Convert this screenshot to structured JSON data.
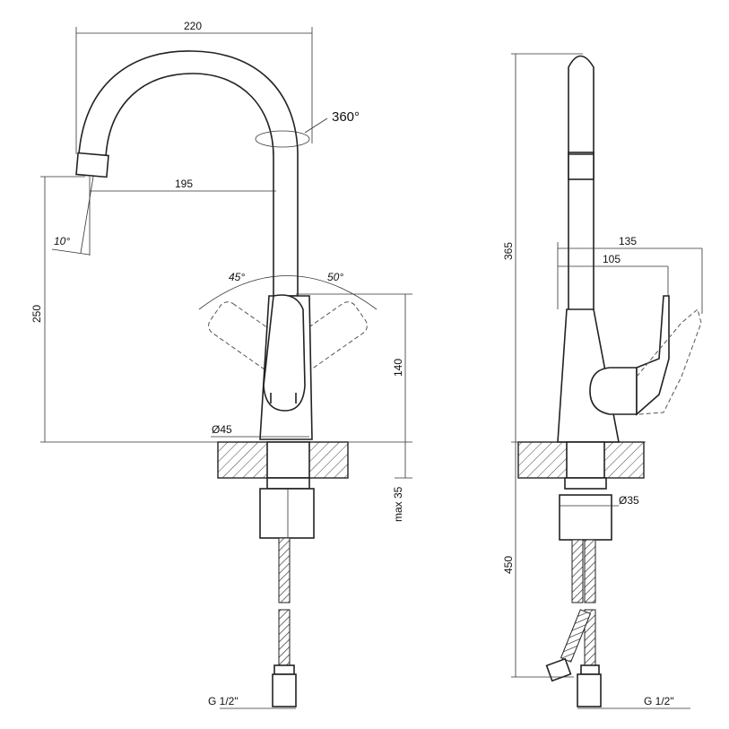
{
  "front_view": {
    "dim_width": "220",
    "rotation": "360°",
    "dim_reach": "195",
    "spout_angle": "10°",
    "dim_height": "250",
    "lever_left_angle": "45°",
    "lever_right_angle": "50°",
    "dim_lever_height": "140",
    "base_diameter": "Ø45",
    "max_thickness": "max 35",
    "thread": "G 1/2\""
  },
  "side_view": {
    "dim_height": "365",
    "dim_depth": "135",
    "dim_lever_depth": "105",
    "shank_diameter": "Ø35",
    "hose_length": "450",
    "thread": "G 1/2\""
  },
  "colors": {
    "line": "#222222",
    "background": "#ffffff"
  }
}
